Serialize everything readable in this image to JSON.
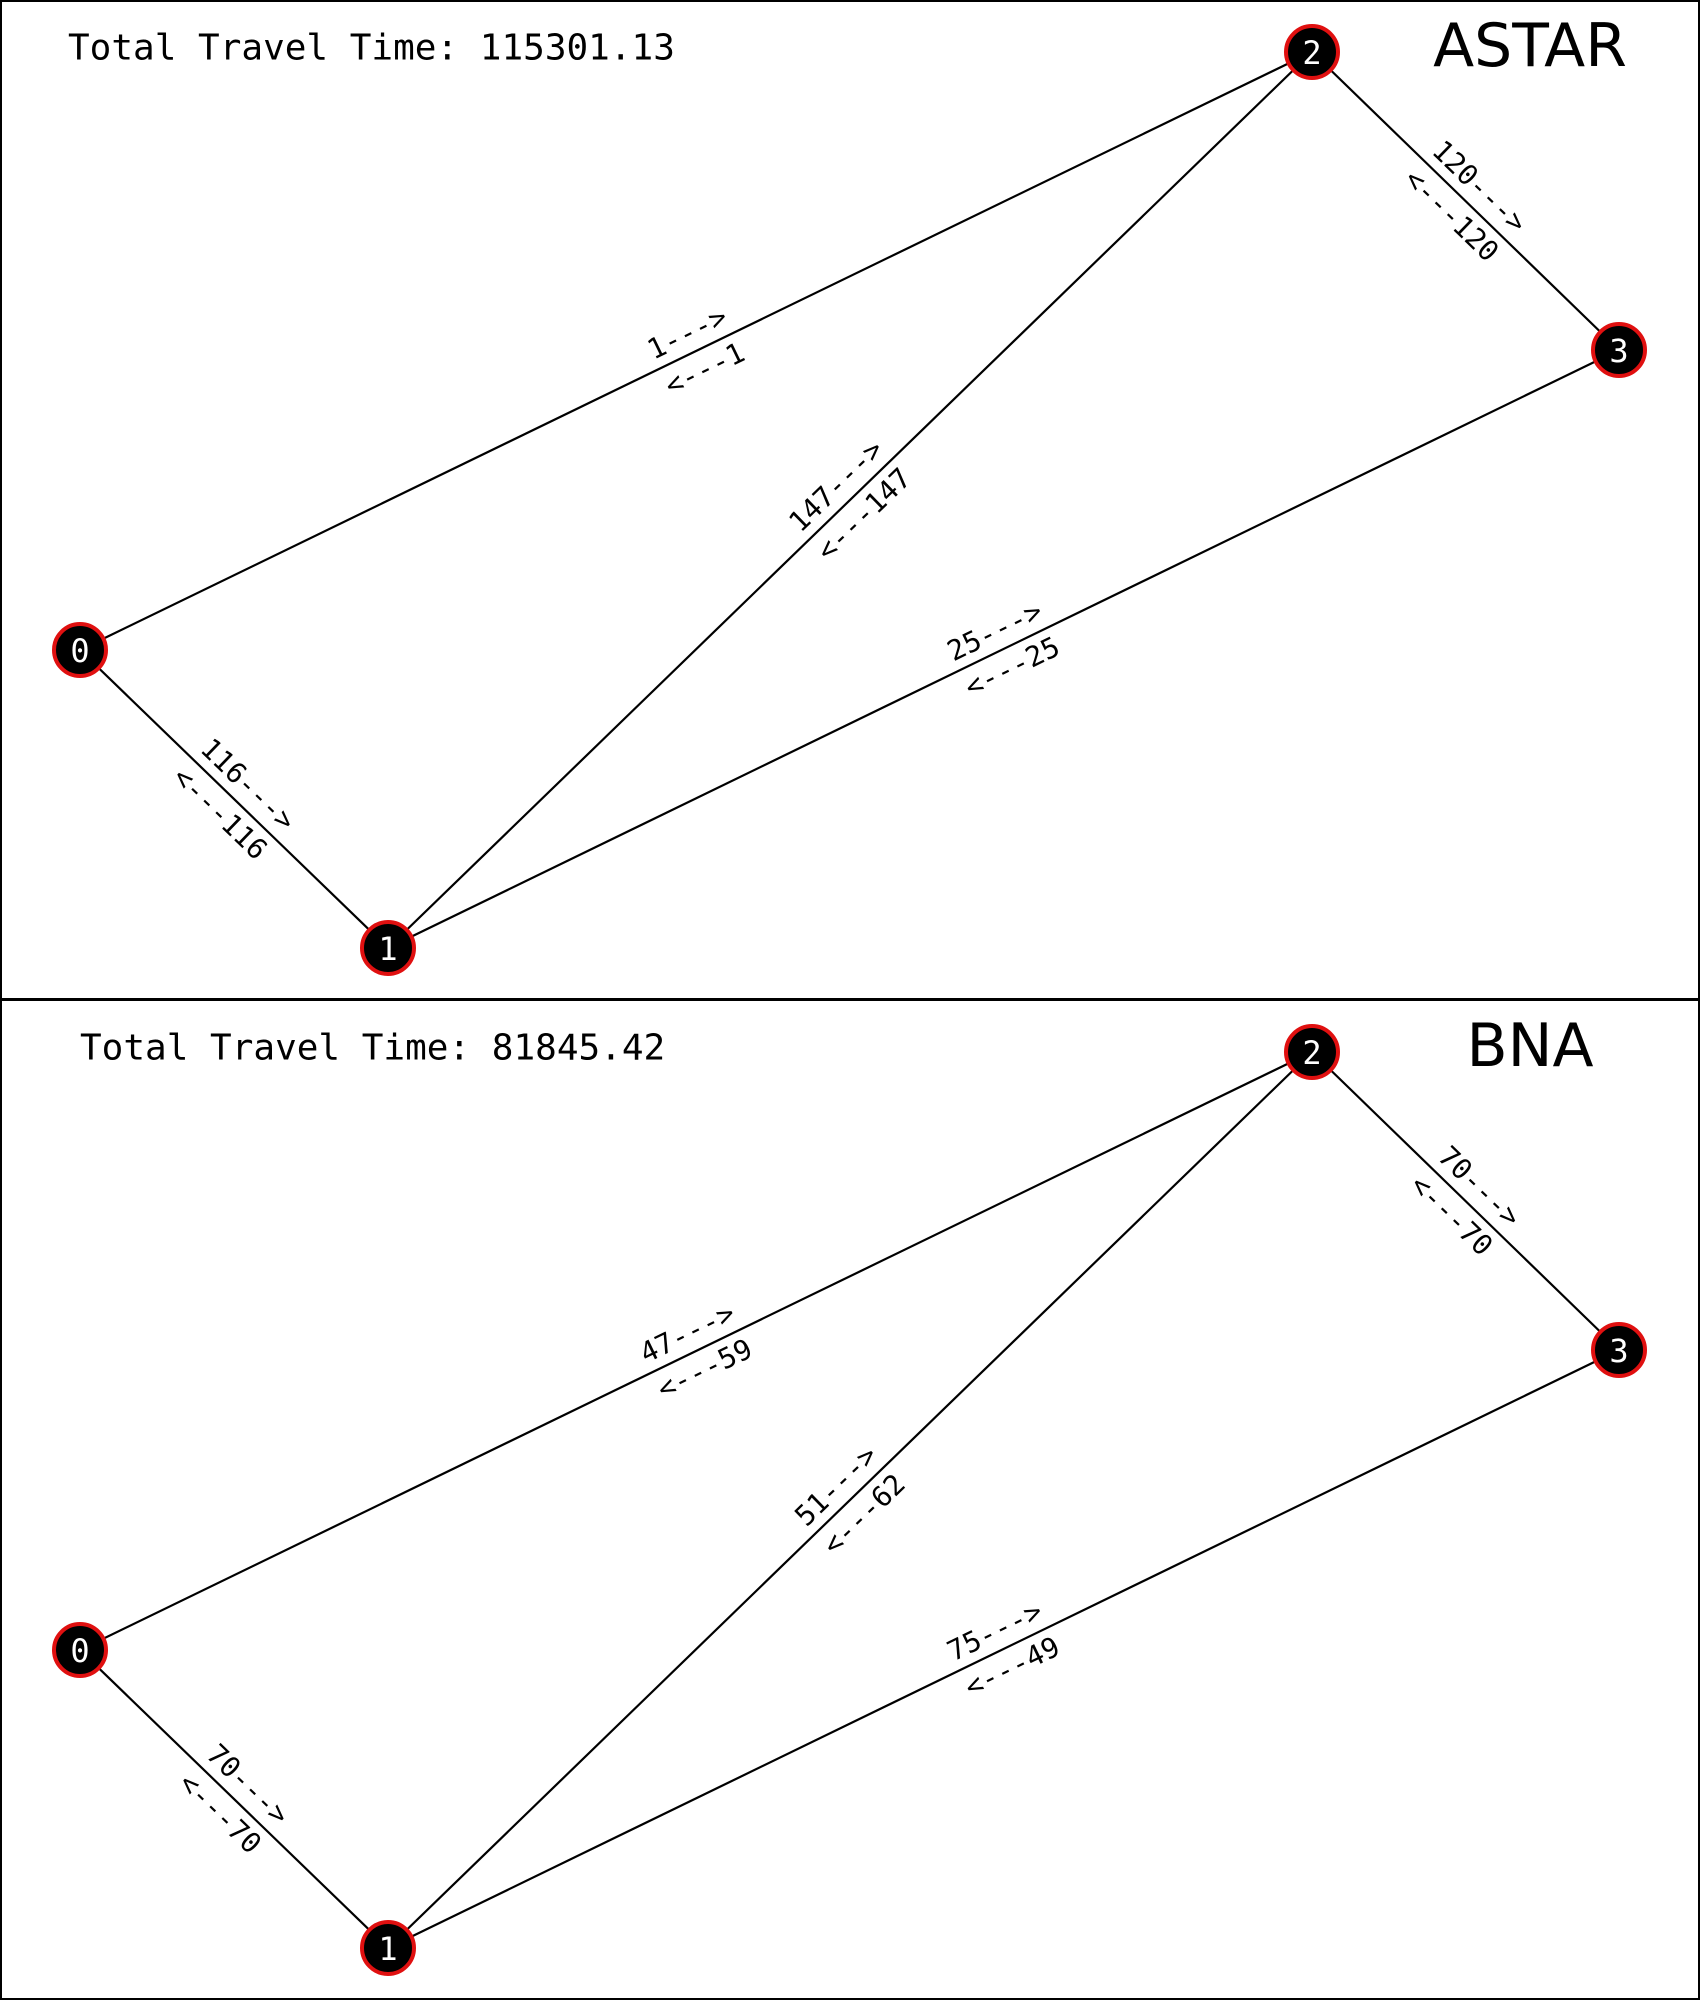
{
  "panels": [
    {
      "title": "ASTAR",
      "total_label": "Total Travel Time: 115301.13",
      "edges": [
        {
          "from": 0,
          "to": 2,
          "forward": "1--->",
          "backward": "<---1"
        },
        {
          "from": 1,
          "to": 2,
          "forward": "147--->",
          "backward": "<---147"
        },
        {
          "from": 1,
          "to": 3,
          "forward": "25--->",
          "backward": "<---25"
        },
        {
          "from": 0,
          "to": 1,
          "forward": "116--->",
          "backward": "<---116"
        },
        {
          "from": 2,
          "to": 3,
          "forward": "120--->",
          "backward": "<---120"
        }
      ]
    },
    {
      "title": "BNA",
      "total_label": "Total Travel Time: 81845.42",
      "edges": [
        {
          "from": 0,
          "to": 2,
          "forward": "47--->",
          "backward": "<---59"
        },
        {
          "from": 1,
          "to": 2,
          "forward": "51--->",
          "backward": "<---62"
        },
        {
          "from": 1,
          "to": 3,
          "forward": "75--->",
          "backward": "<---49"
        },
        {
          "from": 0,
          "to": 1,
          "forward": "70--->",
          "backward": "<---70"
        },
        {
          "from": 2,
          "to": 3,
          "forward": "70--->",
          "backward": "<---70"
        }
      ]
    }
  ],
  "nodes": [
    "0",
    "1",
    "2",
    "3"
  ],
  "colors": {
    "node_fill": "#000000",
    "node_outline": "#e01010",
    "node_text": "#ffffff",
    "edge": "#000000"
  }
}
